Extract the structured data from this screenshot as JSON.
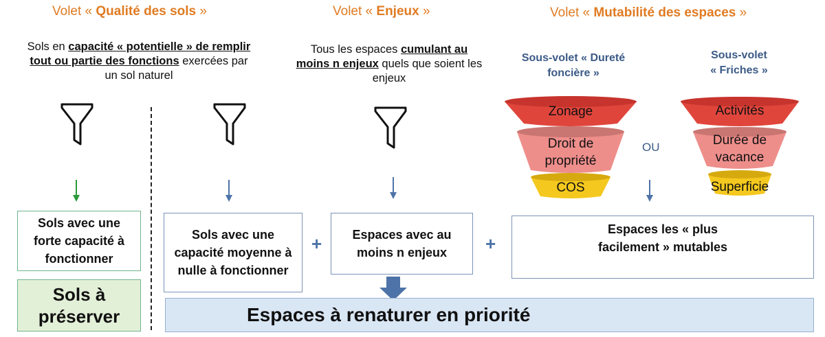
{
  "volets": {
    "sols": {
      "prefix": "Volet « ",
      "name": "Qualité des sols",
      "suffix": " »"
    },
    "enjeux": {
      "prefix": "Volet « ",
      "name": "Enjeux",
      "suffix": " »"
    },
    "mutabilite": {
      "prefix": "Volet « ",
      "name": "Mutabilité des espaces",
      "suffix": " »"
    }
  },
  "desc_sols": {
    "t1": "Sols en ",
    "u1": "capacité « potentielle » de remplir tout ou partie des fonctions",
    "t2": " exercées par un sol naturel"
  },
  "desc_enjeux": {
    "t1": "Tous les espaces ",
    "u1": "cumulant au moins n enjeux",
    "t2": " quels que soient les enjeux"
  },
  "subvolets": {
    "durete": {
      "line1": "Sous-volet « Dureté",
      "line2": "foncière »"
    },
    "friches": {
      "line1": "Sous-volet",
      "line2": "« Friches »"
    }
  },
  "funnel_durete": [
    "Zonage",
    "Droit de propriété",
    "COS"
  ],
  "funnel_friches": [
    "Activités",
    "Durée de vacance",
    "Superficie"
  ],
  "ou": "OU",
  "boxes": {
    "forte": "Sols avec une forte capacité à fonctionner",
    "moyenne": "Sols avec une capacité moyenne à nulle à fonctionner",
    "enjeux": "Espaces avec au moins n enjeux",
    "mutables": "Espaces les « plus facilement » mutables",
    "preserver": "Sols à préserver",
    "renaturer": "Espaces à renaturer en priorité"
  },
  "plus": "+",
  "colors": {
    "orange": "#e07b22",
    "blue_text": "#3b5a86",
    "box_border": "#7c92b8",
    "green_arrow": "#2a9a3a",
    "blue_arrow": "#4d73a8",
    "red": "#e0453c",
    "pink": "#ee8e8b",
    "yellow": "#f4c81e",
    "light_blue": "#d9e6f4",
    "light_green": "#e3f0d8"
  }
}
